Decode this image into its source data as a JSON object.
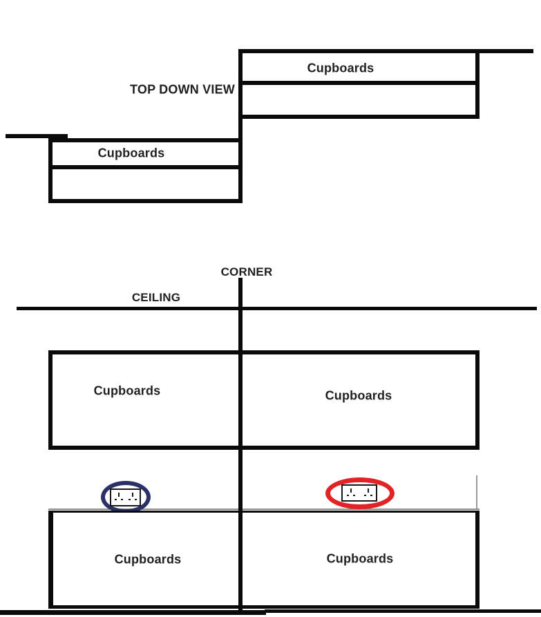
{
  "topdown_view": {
    "title": "TOP DOWN VIEW",
    "right_wall_run": {
      "cupboards_label": "Cupboards"
    },
    "left_wall_run": {
      "cupboards_label": "Cupboards"
    }
  },
  "elevation_view": {
    "corner_label": "CORNER",
    "ceiling_label": "CEILING",
    "wall_cupboards": {
      "left_label": "Cupboards",
      "right_label": "Cupboards"
    },
    "base_cupboards": {
      "left_label": "Cupboards",
      "right_label": "Cupboards"
    },
    "sockets": {
      "left": {
        "symbol": "double-socket-outlet",
        "circle_color": "#2b3166"
      },
      "right": {
        "symbol": "double-socket-outlet",
        "circle_color": "#e32226"
      }
    }
  },
  "colors": {
    "line": "#0a0a0a",
    "text": "#231f20",
    "faint_line": "#9a9a9a",
    "background": "#ffffff"
  }
}
